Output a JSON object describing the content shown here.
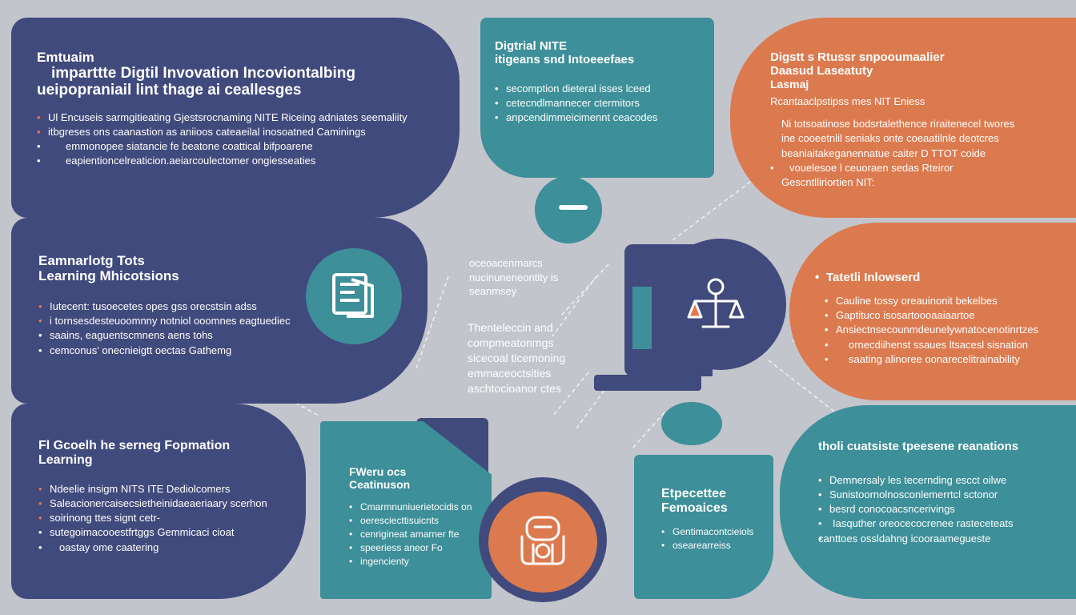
{
  "colors": {
    "background": "#c3c5cc",
    "navy": "#414a7c",
    "teal": "#3d8f99",
    "orange": "#dc7a4f",
    "bullet_red": "#e9764d"
  },
  "panel_top_left": {
    "title_lines": [
      "Emtuaim",
      "imparttte Digtil Invovation Incoviontalbing",
      "ueipopraniail lint thage ai ceallesges"
    ],
    "bullets": [
      "Ul Encuseis sarmgitieating Gjestsrocnaming NITE Riceing adniates seemaliity",
      "itbgreses ons caanastion as aniioos cateaeilal inosoatned Caminings",
      "emmonopee siatancie fe beatone coattical bifpoarene",
      "eapientioncelreaticion.aeiarcoulectomer ongiesseaties"
    ]
  },
  "panel_top_mid": {
    "title_lines": [
      "Digtrial NITE",
      "itigeans snd Intoeeefaes"
    ],
    "bullets": [
      "secomption dieteral isses lceed",
      "cetecndlmannecer ctermitors",
      "anpcendimmeicimennt ceacodes"
    ]
  },
  "panel_top_right": {
    "title_lines": [
      "Digstt s Rtussr snpooumaalier",
      "Daasud Laseatuty",
      "Lasmaj"
    ],
    "subtitle": "Rcantaaclpstipss mes NIT Eniess",
    "bullets": [
      "Ni totsoatinose bodsrtalethence riraitenecel twores",
      "ine cooeetnlil seniaks onte coeaatilnle deotcres",
      "beaniaitakeganennatue caiter D TTOT coide",
      "vouelesoe l ceuoraen sedas Rteiror",
      "Gescntlliriortien NIT:"
    ]
  },
  "panel_mid_left": {
    "title_lines": [
      "Eamnarlotg Tots",
      "Learning Mhicotsions"
    ],
    "bullets": [
      "Iutecent: tusoecetes opes gss orecstsin adss",
      "i tornsesdesteuoomnny notniol ooomnes eagtuediec",
      "saains, eaguentscmnens aens tohs",
      "cemconus' onecnieigtt oectas Gathemg"
    ]
  },
  "center_text": {
    "block1": [
      "oceoacenmarcs",
      "nucinuneneontity is",
      "seanmsey"
    ],
    "block2": [
      "Thenteleccin and",
      "compmeatonmgs",
      "sicecoal ticemoning",
      "emmaceoctsities",
      "aschtocioanor ctes"
    ]
  },
  "panel_mid_right": {
    "title_lines": [
      "Tatetli Inlowserd"
    ],
    "bullets": [
      "Cauline tossy oreauinonit bekelbes",
      "Gaptituco isosartoooaaiaartoe",
      "Ansiectnsecounmdeunelywnatocenotinrtzes",
      "ornecdiihenst ssaues ltsacesl sisnation",
      "saating alinoree oonarecelitrainability"
    ]
  },
  "panel_bottom_left": {
    "title_lines": [
      "Fl Gcoelh he serneg Fopmation",
      "Learning"
    ],
    "bullets": [
      "Ndeelie insigm NITS ITE Dediolcomers",
      "Saleacionercaisecsietheinidaeaeriaary scerhon",
      "soirinong ttes signt cetr-",
      "sutegoimacooestfrtggs Gemmicaci cioat",
      "oastay ome caatering"
    ]
  },
  "panel_bottom_mid": {
    "title_lines": [
      "FWeru ocs",
      "Ceatinuson"
    ],
    "bullets": [
      "Cmarmnuniuerietocidis on",
      "oeresciecttisuicnts",
      "cenrigineat amarner fte",
      "speeriess aneor Fo",
      "ingencienty"
    ]
  },
  "panel_bottom_mid2": {
    "title_lines": [
      "Etpecettee",
      "Femoaices"
    ],
    "bullets": [
      "Gentimacontcieiols",
      "osearearreiss"
    ]
  },
  "panel_bottom_right": {
    "title_lines": [
      "tholi cuatsiste tpeesene reanations"
    ],
    "bullets": [
      "Demnersaly les tecernding escct oilwe",
      "Sunistoornolnosconlemerrtcl sctonor",
      "besrd conocoacsncerivings",
      "Iasquther oreocecocrenee rasteceteats",
      "canttoes ossldahng icooraamegueste"
    ]
  },
  "icons": [
    "document-icon",
    "scale-icon",
    "robot-icon"
  ]
}
